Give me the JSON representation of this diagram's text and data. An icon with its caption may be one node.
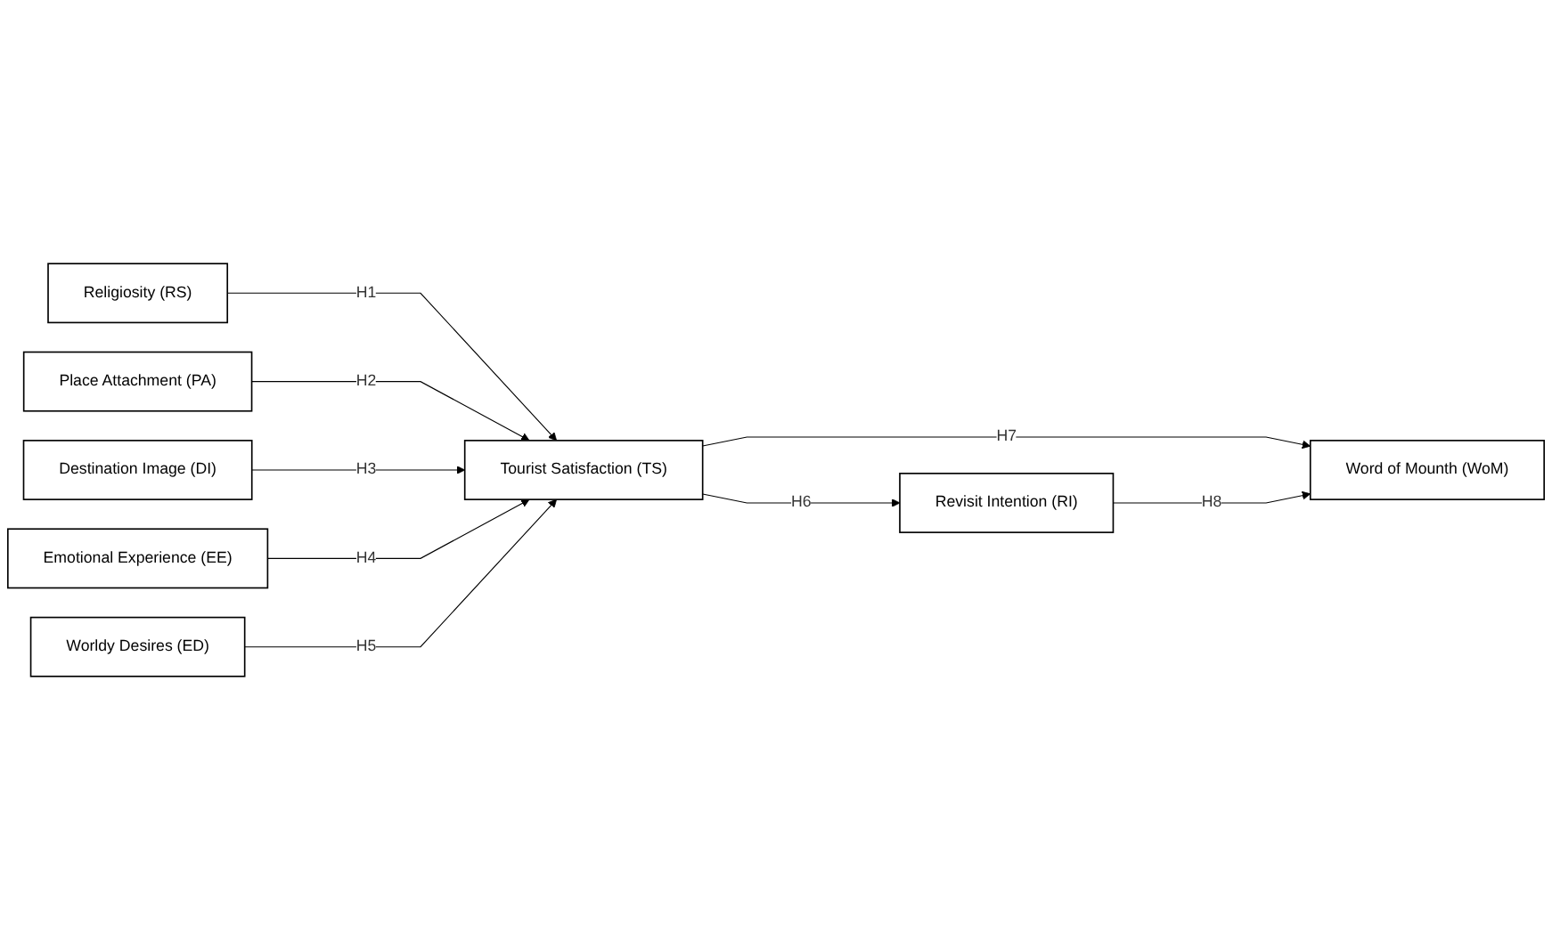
{
  "diagram": {
    "nodes": [
      {
        "text": [
          "Religiosity (RS)"
        ]
      },
      {
        "text": [
          "Place Attachment (PA)"
        ]
      },
      {
        "text": [
          "Destination Image (DI)"
        ]
      },
      {
        "text": [
          "Emotional Experience (EE)"
        ]
      },
      {
        "text": [
          "Worldy Desires (ED)"
        ]
      },
      {
        "text": [
          "Tourist Satisfaction (TS)"
        ]
      },
      {
        "text": [
          "Revisit Intention (RI)"
        ]
      },
      {
        "text": [
          "Word of Mounth (WoM)"
        ]
      }
    ],
    "edges": [
      {
        "from": 0,
        "to": 5,
        "arrow": "to",
        "label": "H1"
      },
      {
        "from": 1,
        "to": 5,
        "arrow": "to",
        "label": "H2"
      },
      {
        "from": 2,
        "to": 5,
        "arrow": "to",
        "label": "H3"
      },
      {
        "from": 3,
        "to": 5,
        "arrow": "to",
        "label": "H4"
      },
      {
        "from": 4,
        "to": 5,
        "arrow": "to",
        "label": "H5"
      },
      {
        "from": 5,
        "to": 6,
        "arrow": "to",
        "label": "H6"
      },
      {
        "from": 5,
        "to": 7,
        "arrow": "to",
        "label": "H7"
      },
      {
        "from": 6,
        "to": 7,
        "arrow": "to",
        "label": "H8"
      }
    ]
  }
}
